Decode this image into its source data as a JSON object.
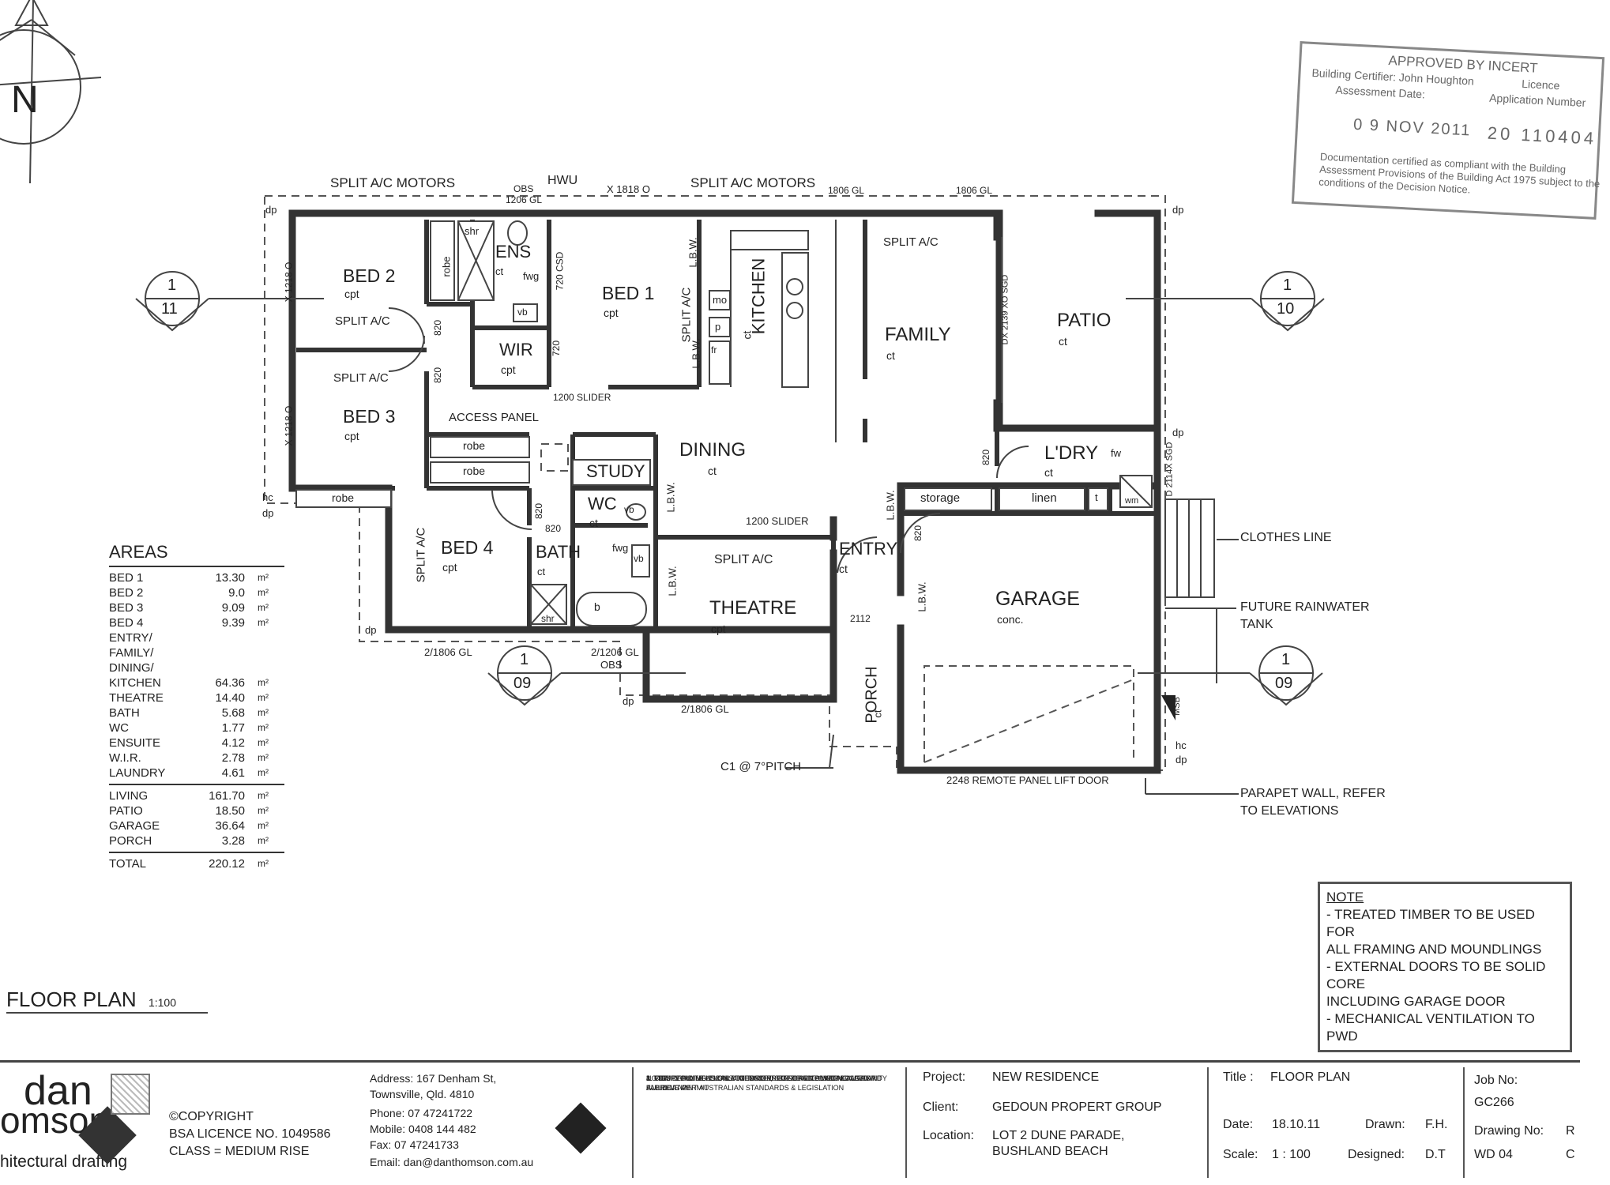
{
  "north": {
    "label": "N"
  },
  "plan_title": {
    "label": "FLOOR PLAN",
    "scale": "1:100"
  },
  "rooms": {
    "bed2": {
      "name": "BED 2",
      "finish": "cpt"
    },
    "bed3": {
      "name": "BED 3",
      "finish": "cpt"
    },
    "bed1": {
      "name": "BED 1",
      "finish": "cpt"
    },
    "bed4": {
      "name": "BED 4",
      "finish": "cpt"
    },
    "ens": {
      "name": "ENS",
      "finish": "ct"
    },
    "wir": {
      "name": "WIR",
      "finish": "cpt"
    },
    "kitchen": {
      "name": "KITCHEN",
      "finish": "ct"
    },
    "family": {
      "name": "FAMILY",
      "finish": "ct"
    },
    "patio": {
      "name": "PATIO",
      "finish": "ct"
    },
    "dining": {
      "name": "DINING",
      "finish": "ct"
    },
    "study": {
      "name": "STUDY"
    },
    "wc": {
      "name": "WC",
      "finish": "ct"
    },
    "bath": {
      "name": "BATH",
      "finish": "ct"
    },
    "theatre": {
      "name": "THEATRE",
      "finish": "cpt"
    },
    "entry": {
      "name": "ENTRY",
      "finish": "ct"
    },
    "laundry": {
      "name": "L'DRY",
      "finish": "ct"
    },
    "garage": {
      "name": "GARAGE",
      "finish": "conc."
    },
    "porch": {
      "name": "PORCH",
      "finish": "ct"
    }
  },
  "labels": {
    "split_ac_motors_1": "SPLIT A/C MOTORS",
    "split_ac_motors_2": "SPLIT A/C MOTORS",
    "hwu": "HWU",
    "obs": "OBS",
    "obs_gl": "1206 GL",
    "x1818": "X 1818 O",
    "gl_1806a": "1806 GL",
    "gl_1806b": "1806 GL",
    "split_ac_family": "SPLIT A/C",
    "split_ac_bed2": "SPLIT A/C",
    "split_ac_bed3": "SPLIT A/C",
    "split_ac_bed1": "SPLIT A/C",
    "split_ac_bed4": "SPLIT A/C",
    "split_ac_theatre": "SPLIT A/C",
    "robe": "robe",
    "shr": "shr",
    "ct": "ct",
    "fwg": "fwg",
    "vb": "vb",
    "mo": "mo",
    "p": "p",
    "fr": "fr",
    "lbw": "L.B.W.",
    "access_panel": "ACCESS PANEL",
    "slider1200a": "1200 SLIDER",
    "slider1200b": "1200 SLIDER",
    "storage": "storage",
    "linen": "linen",
    "t": "t",
    "fw": "fw",
    "wm": "wm",
    "b": "b",
    "x1218a": "X 1218 O",
    "x1218b": "X 1218 O",
    "sgd_patio": "DX 2139 XO SGD",
    "sgd_ldry": "D 2114X SGD",
    "w820": "820",
    "w720": "720",
    "csd720": "720 CSD",
    "w2112": "2112",
    "gl2_1806": "2/1806 GL",
    "gl2_1206": "2/1206 GL",
    "obs2": "OBS",
    "gl2_1806b": "2/1806 GL",
    "clothes_line": "CLOTHES LINE",
    "rainwater": "FUTURE RAINWATER",
    "tank": "TANK",
    "parapet": "PARAPET WALL, REFER",
    "elevations": "TO ELEVATIONS",
    "c1_pitch": "C1 @ 7°PITCH",
    "garage_door": "2248 REMOTE PANEL LIFT DOOR",
    "msb": "MSB",
    "dp": "dp",
    "hc": "hc",
    "sec_top": "1",
    "sec_11": "11",
    "sec_10": "10",
    "sec_09": "09"
  },
  "areas": {
    "title": "AREAS",
    "unit": "m²",
    "rows": [
      {
        "name": "BED 1",
        "value": "13.30"
      },
      {
        "name": "BED 2",
        "value": "9.0"
      },
      {
        "name": "BED 3",
        "value": "9.09"
      },
      {
        "name": "BED 4",
        "value": "9.39"
      },
      {
        "name": "ENTRY/",
        "value": ""
      },
      {
        "name": "FAMILY/",
        "value": ""
      },
      {
        "name": "DINING/",
        "value": ""
      },
      {
        "name": "KITCHEN",
        "value": "64.36"
      },
      {
        "name": "THEATRE",
        "value": "14.40"
      },
      {
        "name": "BATH",
        "value": "5.68"
      },
      {
        "name": "WC",
        "value": "1.77"
      },
      {
        "name": "ENSUITE",
        "value": "4.12"
      },
      {
        "name": "W.I.R.",
        "value": "2.78"
      },
      {
        "name": "LAUNDRY",
        "value": "4.61"
      }
    ],
    "totals": [
      {
        "name": "LIVING",
        "value": "161.70"
      },
      {
        "name": "PATIO",
        "value": "18.50"
      },
      {
        "name": "GARAGE",
        "value": "36.64"
      },
      {
        "name": "PORCH",
        "value": "3.28"
      }
    ],
    "total": {
      "name": "TOTAL",
      "value": "220.12"
    }
  },
  "stamp": {
    "title": "APPROVED BY INCERT",
    "certifier": "Building Certifier: John Houghton",
    "licence": "Licence",
    "assessment": "Assessment Date:",
    "application": "Application Number",
    "date": "0 9 NOV 2011",
    "number": "20 110404",
    "doc": "Documentation certified as compliant with the Building Assessment Provisions of the Building Act 1975 subject to the conditions of the Decision Notice."
  },
  "note": {
    "title": "NOTE",
    "lines": [
      "- TREATED TIMBER TO BE USED FOR",
      "ALL FRAMING AND MOUNDLINGS",
      "- EXTERNAL DOORS TO BE SOLID CORE",
      "INCLUDING GARAGE DOOR",
      "- MECHANICAL VENTILATION TO PWD"
    ]
  },
  "title_block": {
    "logo_top": "dan",
    "logo_mid": "omson",
    "logo_sub": "hitectural drafting",
    "copyright": "©COPYRIGHT",
    "bsa": "BSA LICENCE NO. 1049586",
    "class": "CLASS = MEDIUM RISE",
    "address1": "Address: 167 Denham St,",
    "address2": "Townsville, Qld. 4810",
    "phone": "Phone:   07 47241722",
    "mobile": "Mobile:  0408 144 482",
    "fax": "Fax:       07 47241733",
    "email": "Email:  dan@danthomson.com.au",
    "note_title": "NOTE:",
    "notes": [
      "1. VERIFY ALL LEVELS & DIMENSIONS BEFORE COMMENCING ANY FABRICATION",
      "2. FIGURED DIMENSIONS TO TAKE PRECEDENCE OVER SCALED",
      "3. COMPLY WITH LOCAL AUTHORITY, STANDARD BUILDING LAW AND ALL RELEVANT AUSTRALIAN STANDARDS & LEGISLATION",
      "4. THIS DRAWING IS ONLY INTENDED TO OBTAIN A LOCAL AUTHORITY BUILDING PERMIT"
    ],
    "project_label": "Project:",
    "project": "NEW RESIDENCE",
    "client_label": "Client:",
    "client": "GEDOUN PROPERT GROUP",
    "location_label": "Location:",
    "location1": "LOT 2 DUNE PARADE,",
    "location2": "BUSHLAND BEACH",
    "title_label": "Title :",
    "title": "FLOOR PLAN",
    "date_label": "Date:",
    "date": "18.10.11",
    "drawn_label": "Drawn:",
    "drawn": "F.H.",
    "scale_label": "Scale:",
    "scale": "1 : 100",
    "designed_label": "Designed:",
    "designed": "D.T",
    "job_label": "Job No:",
    "job": "GC266",
    "drawing_label": "Drawing No:",
    "drawing": "WD 04",
    "rev_label": "R",
    "rev": "C"
  }
}
